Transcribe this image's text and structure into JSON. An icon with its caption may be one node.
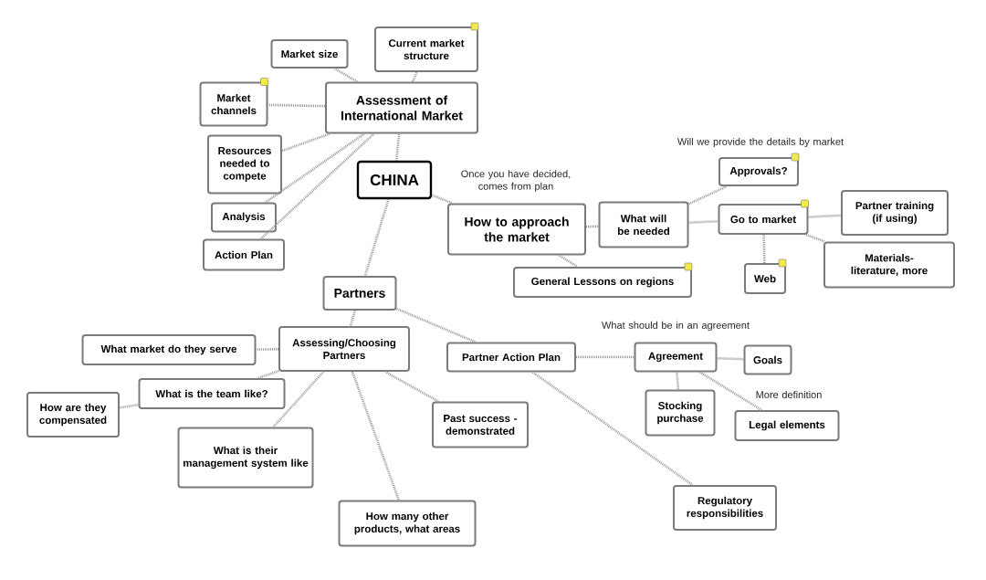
{
  "diagram": {
    "nodes": [
      {
        "text": [
          "CHINA"
        ]
      },
      {
        "text": [
          "Assessment of International Market"
        ]
      },
      {
        "text": [
          "Market size"
        ]
      },
      {
        "text": [
          "Current market structure"
        ]
      },
      {
        "text": [
          "Market channels"
        ]
      },
      {
        "text": [
          "Resources needed to compete"
        ]
      },
      {
        "text": [
          "Analysis"
        ]
      },
      {
        "text": [
          "Action Plan"
        ]
      },
      {
        "text": [
          "How to approach the market"
        ],
        "beside": [
          "Once you have decided, comes from plan"
        ]
      },
      {
        "text": [
          "General Lessons on regions"
        ]
      },
      {
        "text": [
          "What will be needed"
        ]
      },
      {
        "text": [
          "Approvals?"
        ],
        "beside": [
          "Will we provide the details by market"
        ]
      },
      {
        "text": [
          "Go to market"
        ]
      },
      {
        "text": [
          "Partner training (if using)"
        ]
      },
      {
        "text": [
          "Materials-literature, more"
        ]
      },
      {
        "text": [
          "Web"
        ]
      },
      {
        "text": [
          "Partners"
        ]
      },
      {
        "text": [
          "Assessing/Choosing Partners"
        ]
      },
      {
        "text": [
          "Partner Action Plan"
        ]
      },
      {
        "text": [
          "What market do they serve"
        ]
      },
      {
        "text": [
          "What is the team like?"
        ]
      },
      {
        "text": [
          "How are they compensated"
        ]
      },
      {
        "text": [
          "What is their management system like"
        ]
      },
      {
        "text": [
          "How many other products, what areas"
        ]
      },
      {
        "text": [
          "Past success - demonstrated"
        ]
      },
      {
        "text": [
          "Agreement"
        ],
        "beside": [
          "What should be in an agreement"
        ]
      },
      {
        "text": [
          "Goals"
        ]
      },
      {
        "text": [
          "Stocking purchase"
        ]
      },
      {
        "text": [
          "Legal elements"
        ],
        "beside": [
          "More definition"
        ]
      },
      {
        "text": [
          "Regulatory responsibilities"
        ]
      }
    ],
    "edges": [
      {
        "from": 0,
        "to": 1,
        "arrow": "none"
      },
      {
        "from": 1,
        "to": 2,
        "arrow": "none"
      },
      {
        "from": 1,
        "to": 3,
        "arrow": "none"
      },
      {
        "from": 1,
        "to": 4,
        "arrow": "none"
      },
      {
        "from": 1,
        "to": 5,
        "arrow": "none"
      },
      {
        "from": 1,
        "to": 6,
        "arrow": "none"
      },
      {
        "from": 1,
        "to": 7,
        "arrow": "none"
      },
      {
        "from": 0,
        "to": 8,
        "arrow": "none"
      },
      {
        "from": 8,
        "to": 10,
        "arrow": "none"
      },
      {
        "from": 8,
        "to": 9,
        "arrow": "none"
      },
      {
        "from": 10,
        "to": 11,
        "arrow": "none"
      },
      {
        "from": 10,
        "to": 12,
        "arrow": "none"
      },
      {
        "from": 12,
        "to": 13,
        "arrow": "none"
      },
      {
        "from": 12,
        "to": 14,
        "arrow": "none"
      },
      {
        "from": 12,
        "to": 15,
        "arrow": "none"
      },
      {
        "from": 0,
        "to": 16,
        "arrow": "none"
      },
      {
        "from": 16,
        "to": 17,
        "arrow": "none"
      },
      {
        "from": 16,
        "to": 18,
        "arrow": "none"
      },
      {
        "from": 17,
        "to": 19,
        "arrow": "none"
      },
      {
        "from": 17,
        "to": 20,
        "arrow": "none"
      },
      {
        "from": 20,
        "to": 21,
        "arrow": "none"
      },
      {
        "from": 17,
        "to": 22,
        "arrow": "none"
      },
      {
        "from": 17,
        "to": 23,
        "arrow": "none"
      },
      {
        "from": 17,
        "to": 24,
        "arrow": "none"
      },
      {
        "from": 18,
        "to": 25,
        "arrow": "none"
      },
      {
        "from": 25,
        "to": 26,
        "arrow": "none"
      },
      {
        "from": 25,
        "to": 27,
        "arrow": "none"
      },
      {
        "from": 25,
        "to": 28,
        "arrow": "none"
      },
      {
        "from": 18,
        "to": 29,
        "arrow": "none"
      }
    ]
  }
}
